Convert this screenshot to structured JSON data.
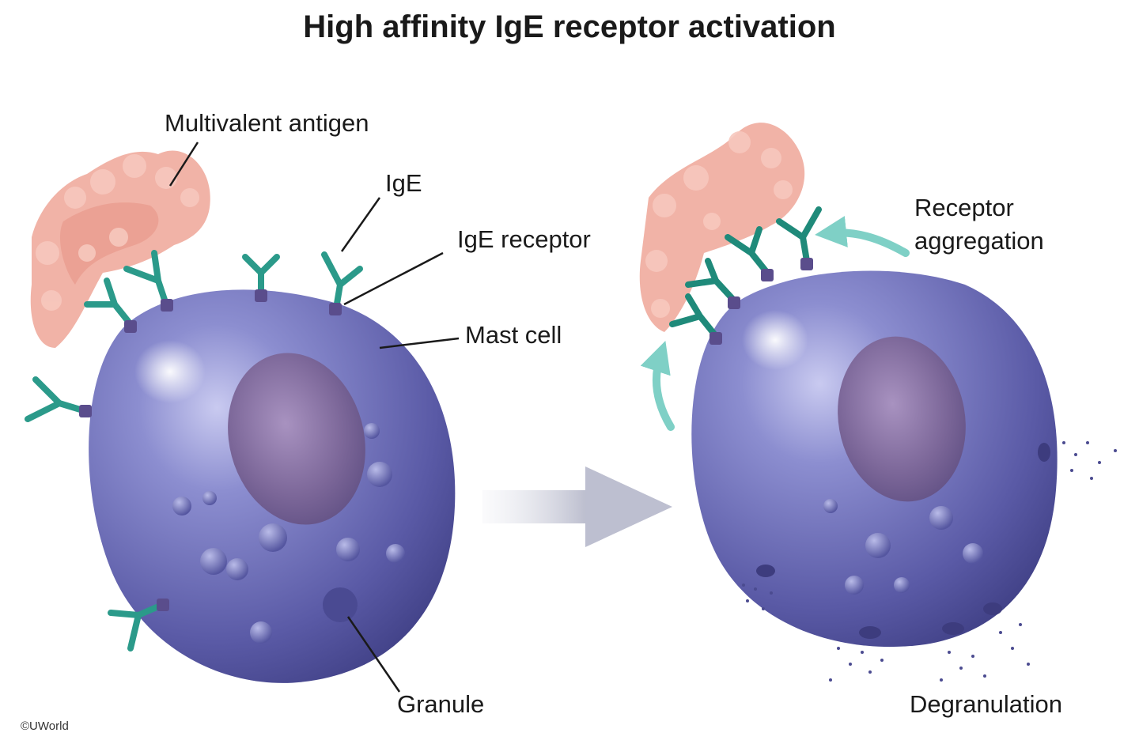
{
  "title": "High affinity IgE receptor activation",
  "labels": {
    "multivalent_antigen": "Multivalent antigen",
    "ige": "IgE",
    "ige_receptor": "IgE receptor",
    "mast_cell": "Mast cell",
    "granule": "Granule",
    "receptor_aggregation_line1": "Receptor",
    "receptor_aggregation_line2": "aggregation",
    "degranulation": "Degranulation"
  },
  "copyright": "©UWorld",
  "colors": {
    "cell_body": "#5f5fa8",
    "cell_dark": "#3b3a7a",
    "cell_light": "#a9abe0",
    "nucleus": "#7a6597",
    "antigen": "#f0b0a4",
    "ige_antibody": "#2b9a8a",
    "receptor": "#5a4d8c",
    "arrow_teal": "#7fd0c6",
    "process_arrow": "#c8c9d6"
  }
}
